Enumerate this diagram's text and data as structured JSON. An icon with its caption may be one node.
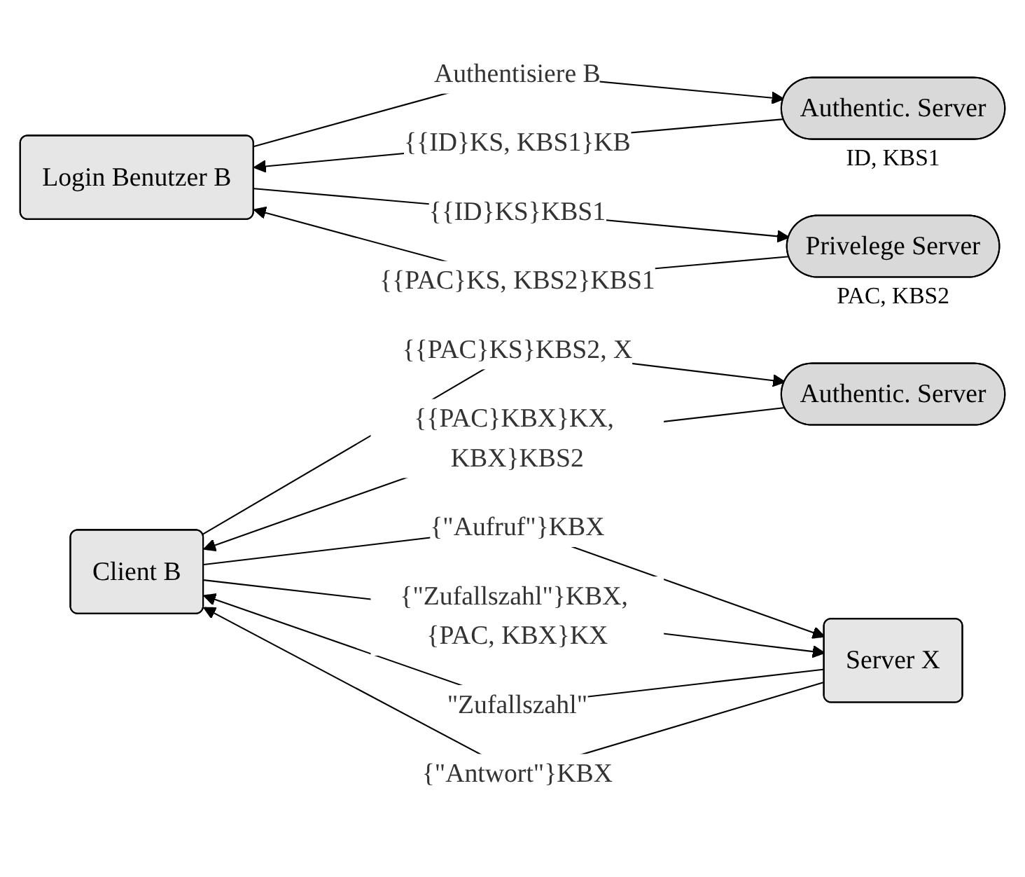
{
  "diagram": {
    "nodes": [
      {
        "text": [
          "Login Benutzer B"
        ]
      },
      {
        "text": [
          "Authentic. Server"
        ],
        "beside": [
          "ID, KBS1"
        ]
      },
      {
        "text": [
          "Privelege Server"
        ],
        "beside": [
          "PAC, KBS2"
        ]
      },
      {
        "text": [
          "Client B"
        ]
      },
      {
        "text": [
          "Authentic. Server"
        ]
      },
      {
        "text": [
          "Server X"
        ]
      }
    ],
    "edges": [
      {
        "from": 0,
        "to": 1,
        "arrow": "to",
        "label": "Authentisiere B"
      },
      {
        "from": 1,
        "to": 0,
        "arrow": "to",
        "label": "{{ID}KS, KBS1}KB"
      },
      {
        "from": 0,
        "to": 2,
        "arrow": "to",
        "label": "{{ID}KS}KBS1"
      },
      {
        "from": 2,
        "to": 0,
        "arrow": "to",
        "label": "{{PAC}KS, KBS2}KBS1"
      },
      {
        "from": 3,
        "to": 4,
        "arrow": "to",
        "label": "{{PAC}KS}KBS2, X"
      },
      {
        "from": 4,
        "to": 3,
        "arrow": "to",
        "label": "{{PAC}KBX}KX, KBX}KBS2"
      },
      {
        "from": 3,
        "to": 5,
        "arrow": "to",
        "label": "{\"Aufruf\"}KBX"
      },
      {
        "from": 5,
        "to": 3,
        "arrow": "to",
        "label": "\"Zufallszahl\""
      },
      {
        "from": 3,
        "to": 5,
        "arrow": "to",
        "label": "{\"Zufallszahl\"}KBX, {PAC, KBX}KX"
      },
      {
        "from": 5,
        "to": 3,
        "arrow": "to",
        "label": "{\"Antwort\"}KBX"
      }
    ]
  }
}
